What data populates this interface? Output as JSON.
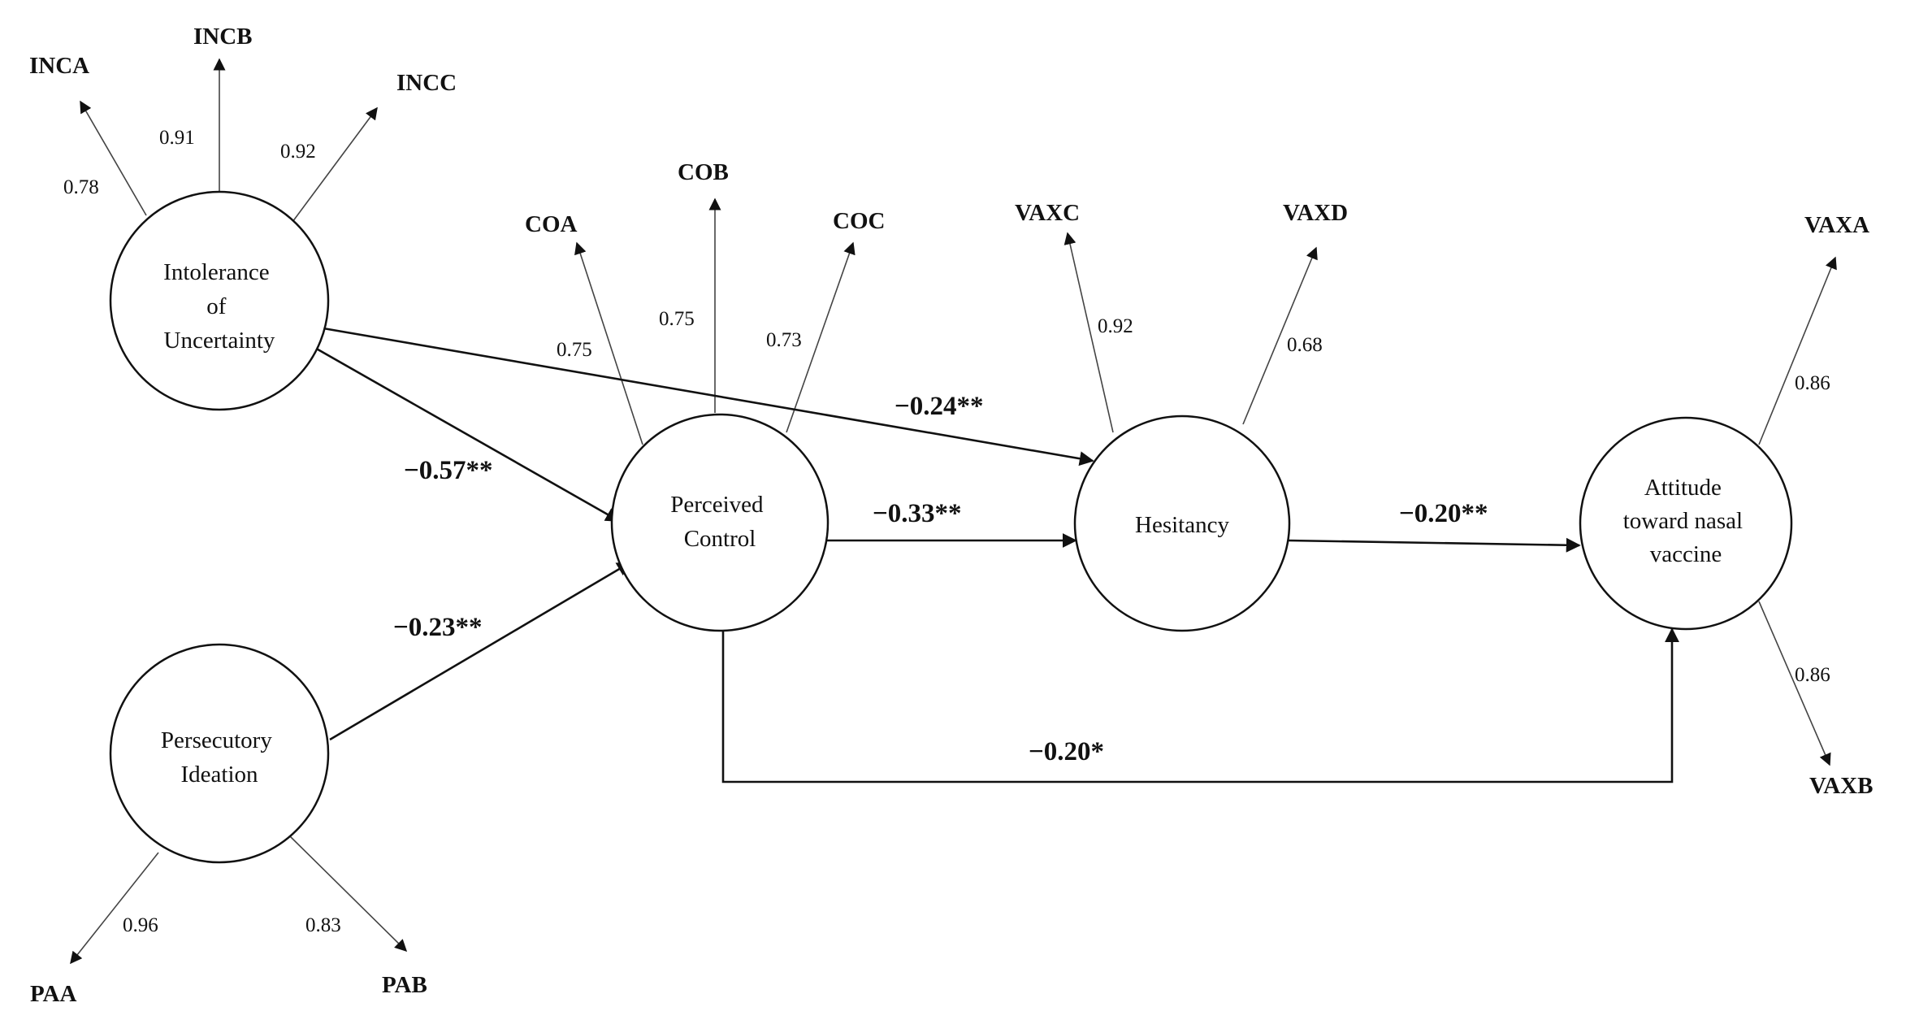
{
  "constructs": {
    "intolerance": [
      "Intolerance",
      "of",
      "Uncertainty"
    ],
    "persecutory": [
      "Persecutory",
      "Ideation"
    ],
    "control": [
      "Perceived",
      "Control"
    ],
    "hesitancy": [
      "Hesitancy"
    ],
    "attitude": [
      "Attitude",
      "toward nasal",
      "vaccine"
    ]
  },
  "indicators": {
    "INCA": "INCA",
    "INCB": "INCB",
    "INCC": "INCC",
    "COA": "COA",
    "COB": "COB",
    "COC": "COC",
    "VAXC": "VAXC",
    "VAXD": "VAXD",
    "VAXA": "VAXA",
    "VAXB": "VAXB",
    "PAA": "PAA",
    "PAB": "PAB"
  },
  "loadings": {
    "INCA": "0.78",
    "INCB": "0.91",
    "INCC": "0.92",
    "COA": "0.75",
    "COB": "0.75",
    "COC": "0.73",
    "VAXC": "0.92",
    "VAXD": "0.68",
    "VAXA": "0.86",
    "VAXB": "0.86",
    "PAA": "0.96",
    "PAB": "0.83"
  },
  "paths": {
    "intolerance_control": "−0.57**",
    "intolerance_hesitancy": "−0.24**",
    "persecutory_control": "−0.23**",
    "control_hesitancy": "−0.33**",
    "hesitancy_attitude": "−0.20**",
    "control_attitude": "−0.20*"
  }
}
